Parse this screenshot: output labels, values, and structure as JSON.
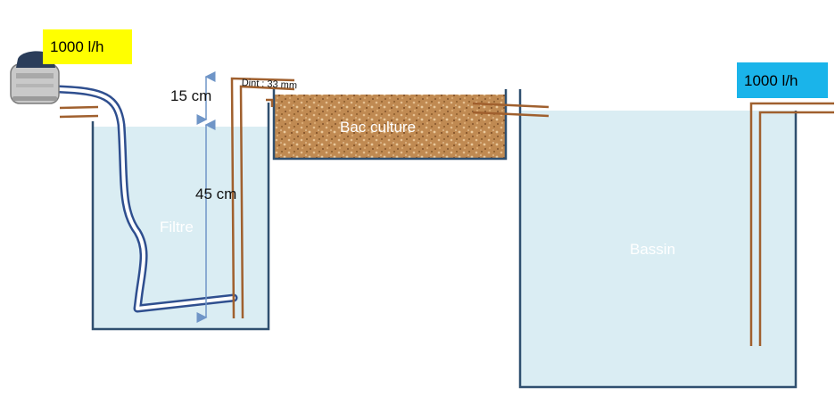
{
  "labels": {
    "flow_left": "1000 l/h",
    "flow_right": "1000 l/h",
    "dim_top": "15 cm",
    "dim_bottom": "45 cm",
    "pipe_diameter": "Dint : 33 mm",
    "grow_bed": "Bac culture",
    "filter": "Filtre",
    "pond": "Bassin"
  },
  "icons": {
    "pump": "air-pump-icon"
  },
  "colors": {
    "water": "#daedf3",
    "tank_outline": "#2f4f6f",
    "pipe": "#a0602e",
    "hose": "#2f4f8f",
    "badge_left": "#ffff00",
    "badge_right": "#1ab4ea",
    "grow_media": "#c08a52",
    "dimension_arrow": "#6f95c7"
  }
}
